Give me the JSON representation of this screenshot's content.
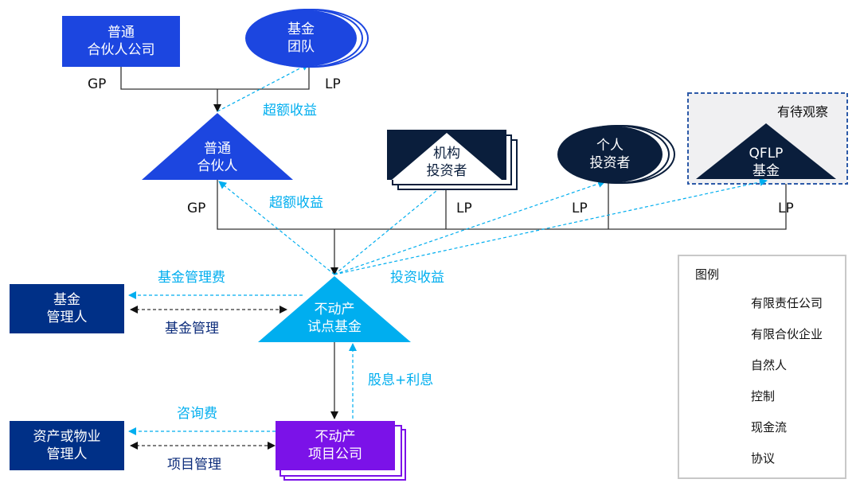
{
  "colors": {
    "royal_blue": "#1c46e0",
    "navy": "#0a1e3c",
    "dark_blue": "#003087",
    "cyan": "#00aeef",
    "purple": "#7b12e8",
    "watch_bg": "#f0f0f2",
    "watch_border": "#2d5aa8"
  },
  "nodes": {
    "gp_company": "普通\n合伙人公司",
    "fund_team": "基金\n团队",
    "general_partner": "普通\n合伙人",
    "institutional_investors": "机构\n投资者",
    "individual_investors": "个人\n投资者",
    "qflp_fund": "QFLP\n基金",
    "fund_manager": "基金\n管理人",
    "reit_pilot_fund": "不动产\n试点基金",
    "asset_manager": "资产或物业\n管理人",
    "project_company": "不动产\n项目公司"
  },
  "watch_box_label": "有待观察",
  "edge_labels": {
    "gp_top": "GP",
    "lp_top": "LP",
    "excess_return_top": "超额收益",
    "excess_return_mid": "超额收益",
    "gp_mid": "GP",
    "lp_inst": "LP",
    "lp_indiv": "LP",
    "lp_qflp": "LP",
    "management_fee": "基金管理费",
    "fund_management": "基金管理",
    "investment_return": "投资收益",
    "dividend_interest": "股息+利息",
    "consulting_fee": "咨询费",
    "project_management": "项目管理"
  },
  "legend": {
    "title": "图例",
    "items": [
      {
        "icon": "rectangle",
        "label": "有限责任公司"
      },
      {
        "icon": "triangle",
        "label": "有限合伙企业"
      },
      {
        "icon": "ellipse",
        "label": "自然人"
      },
      {
        "icon": "solid-arrow",
        "label": "控制"
      },
      {
        "icon": "dashed-cyan-arrow",
        "label": "现金流"
      },
      {
        "icon": "dashed-double-arrow",
        "label": "协议"
      }
    ]
  }
}
